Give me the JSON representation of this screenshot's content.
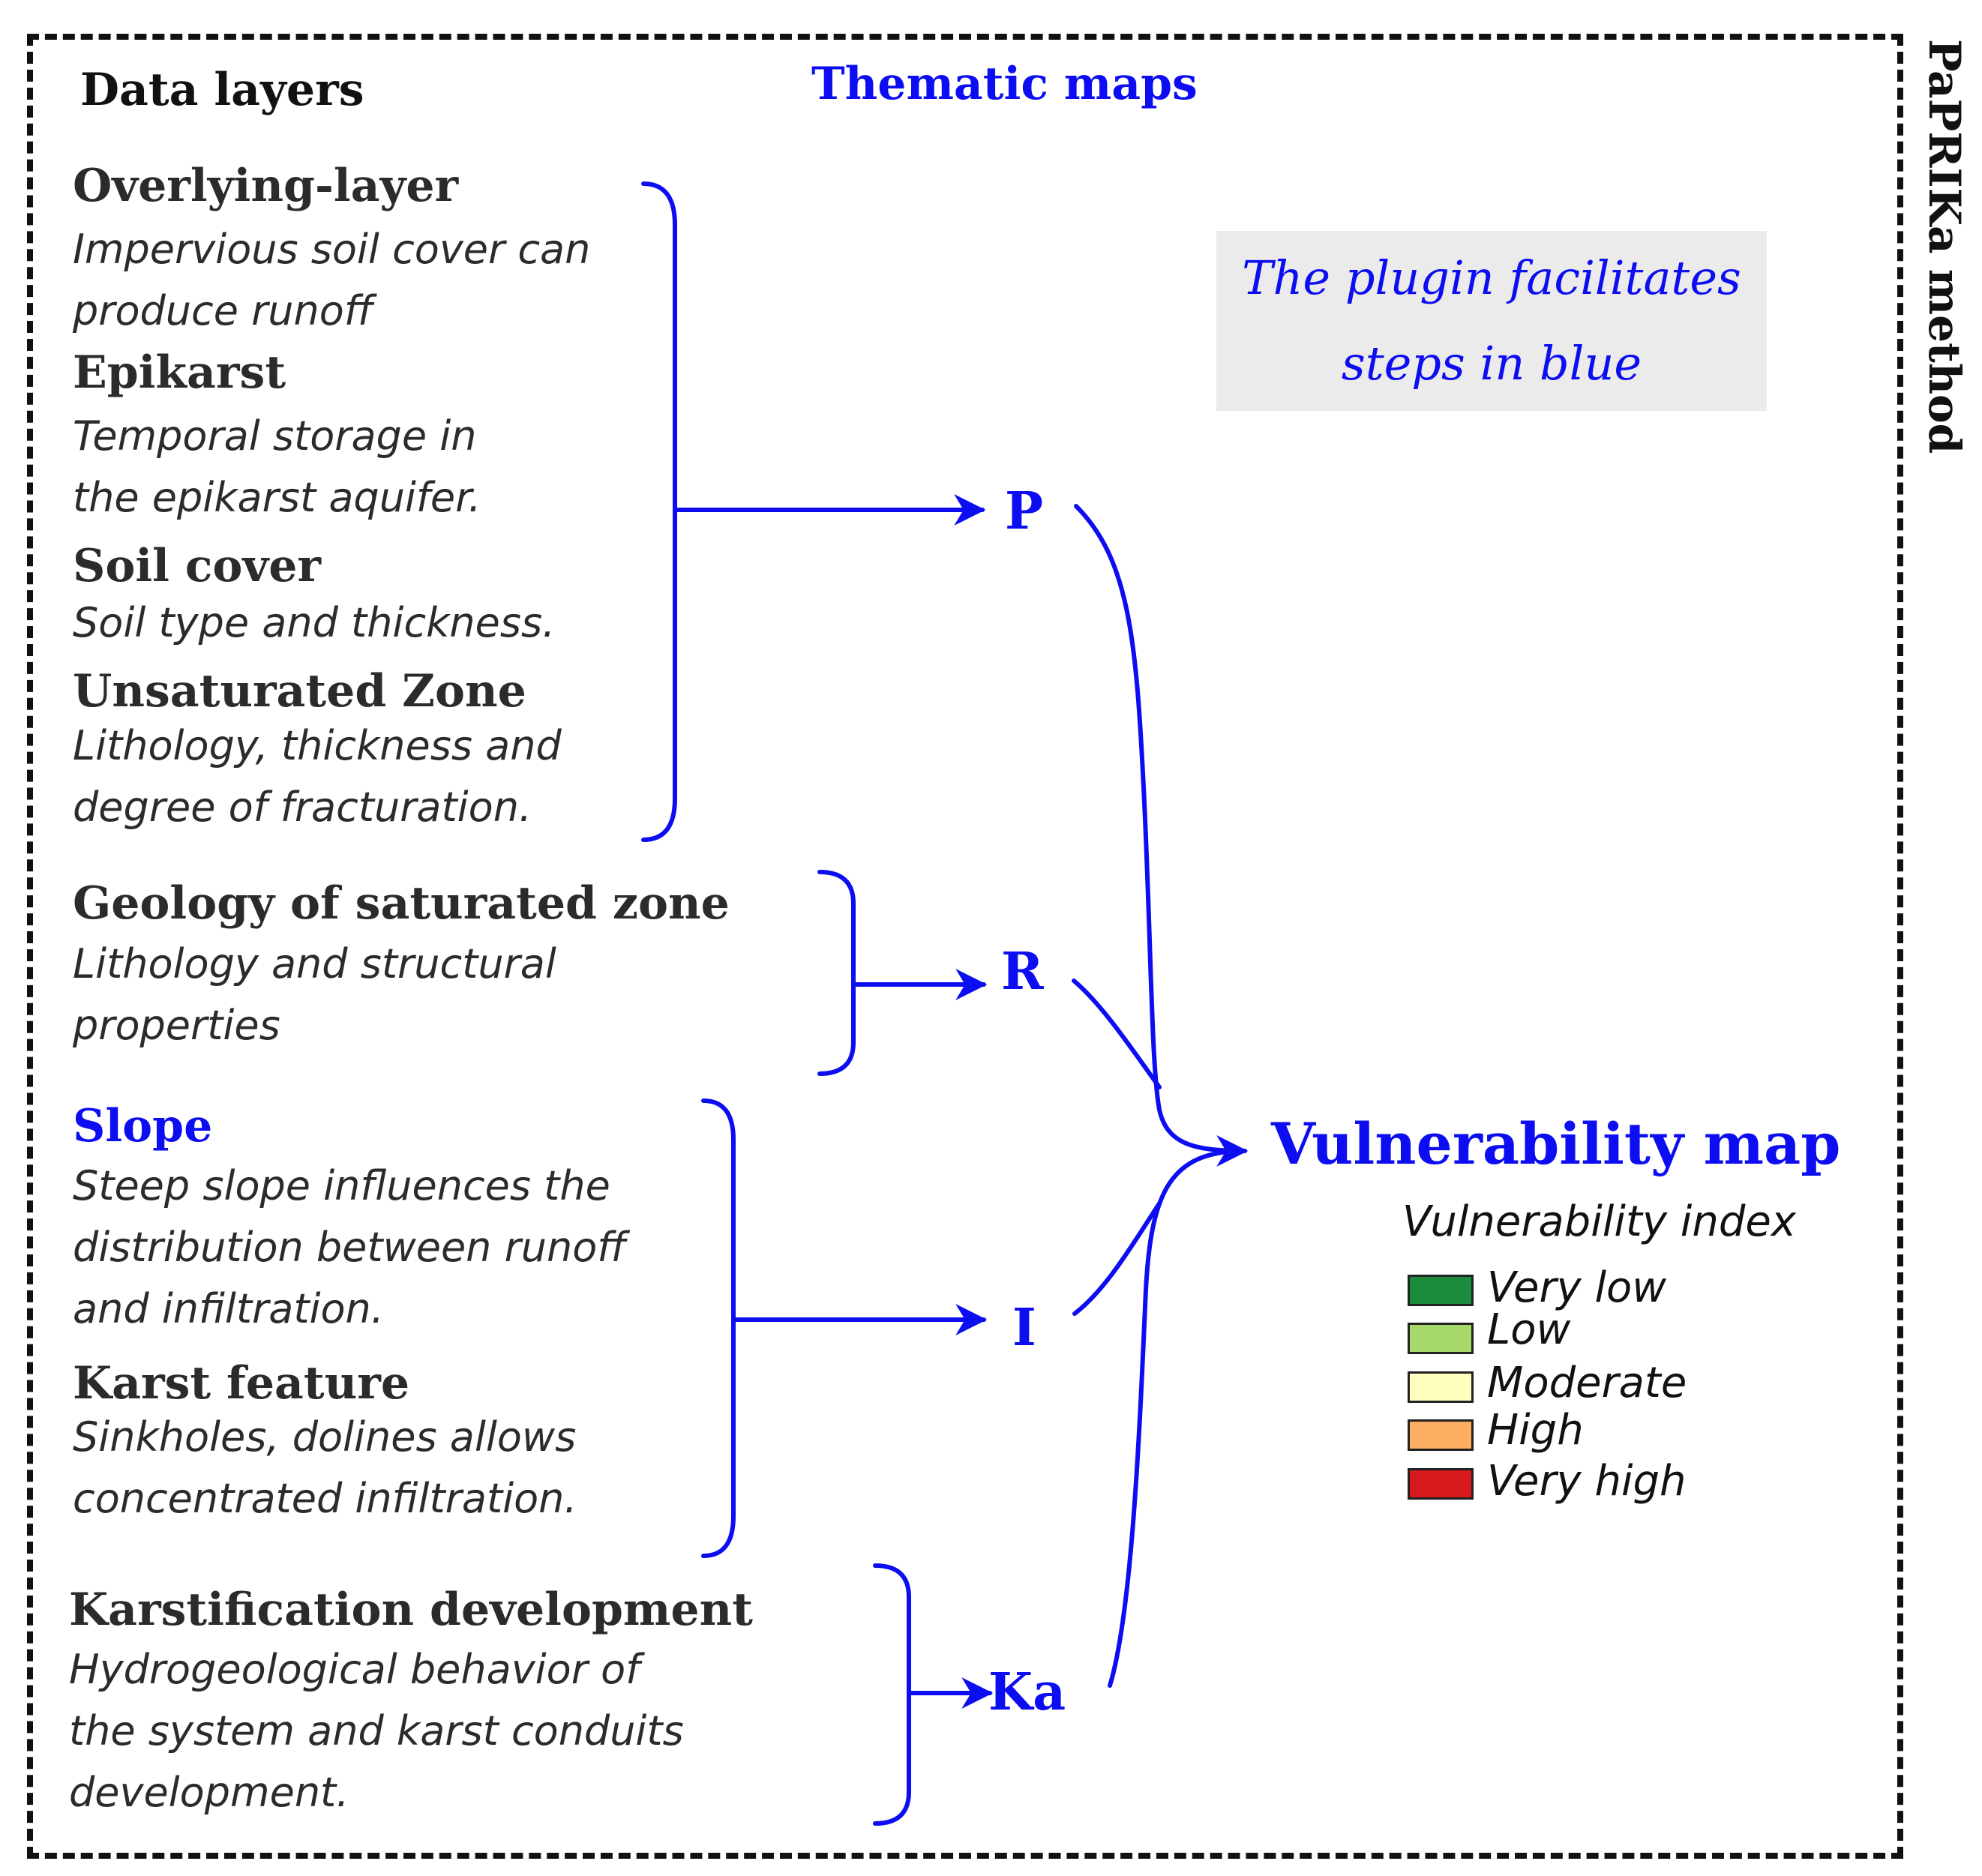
{
  "side_title": "PaPRIKa method",
  "headers": {
    "data_layers": "Data layers",
    "thematic_maps": "Thematic maps"
  },
  "note": {
    "line1": "The plugin facilitates",
    "line2": "steps in blue"
  },
  "layers": [
    {
      "title": "Overlying-layer",
      "desc": "Impervious soil cover can\nproduce runoff",
      "title_color": "#2b2b2b"
    },
    {
      "title": "Epikarst",
      "desc": "Temporal storage in\nthe epikarst aquifer.",
      "title_color": "#2b2b2b"
    },
    {
      "title": "Soil cover",
      "desc": "Soil type and thickness.",
      "title_color": "#2b2b2b"
    },
    {
      "title": "Unsaturated Zone",
      "desc": "Lithology, thickness and\ndegree of fracturation.",
      "title_color": "#2b2b2b"
    },
    {
      "title": "Geology of saturated zone",
      "desc": "Lithology and structural\nproperties",
      "title_color": "#2b2b2b"
    },
    {
      "title": "Slope",
      "desc": "Steep slope influences the\ndistribution between runoff\nand infiltration.",
      "title_color": "#0d0df2"
    },
    {
      "title": "Karst feature",
      "desc": "Sinkholes, dolines allows\nconcentrated infiltration.",
      "title_color": "#2b2b2b"
    },
    {
      "title": "Karstification development",
      "desc": "Hydrogeological behavior of\nthe system and karst conduits\ndevelopment.",
      "title_color": "#2b2b2b"
    }
  ],
  "nodes": {
    "p": "P",
    "r": "R",
    "i": "I",
    "ka": "Ka"
  },
  "output": {
    "title": "Vulnerability map",
    "legend_title": "Vulnerability index",
    "legend": [
      {
        "label": "Very low",
        "color": "#1a8c3c"
      },
      {
        "label": "Low",
        "color": "#a6d96a"
      },
      {
        "label": "Moderate",
        "color": "#ffffbf"
      },
      {
        "label": "High",
        "color": "#fdae61"
      },
      {
        "label": "Very high",
        "color": "#d7191c"
      }
    ]
  },
  "colors": {
    "accent": "#0d0df2",
    "text": "#2b2b2b",
    "note_bg": "#ebebeb"
  }
}
